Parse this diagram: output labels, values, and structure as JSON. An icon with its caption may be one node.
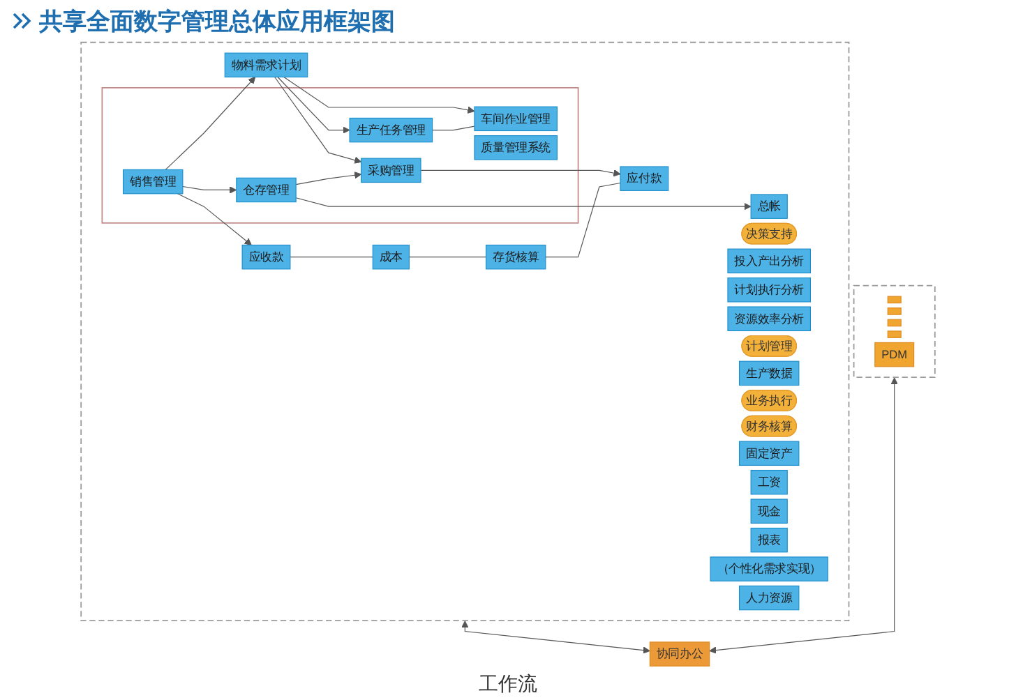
{
  "diagram": {
    "title": "共享全面数字管理总体应用框架图",
    "nodes": [
      {
        "text": [],
        "shape": "box"
      },
      {
        "text": [
          "决策支持"
        ],
        "in": 0
      },
      {
        "text": [
          "投入产出分析"
        ],
        "in": 0
      },
      {
        "text": [
          "计划执行分析"
        ],
        "in": 0
      },
      {
        "text": [
          "资源效率分析"
        ],
        "in": 0
      },
      {
        "text": [
          "计划管理"
        ],
        "in": 0
      },
      {
        "text": [
          "物料需求计划"
        ],
        "in": 0
      },
      {
        "text": [
          "生产数据"
        ],
        "in": 0
      },
      {
        "text": [],
        "shape": "box",
        "in": 0
      },
      {
        "text": [
          "业务执行"
        ],
        "in": 0
      },
      {
        "text": [
          "生产任务管理"
        ],
        "in": 8
      },
      {
        "text": [
          "质量管理系统"
        ],
        "in": 8
      },
      {
        "text": [
          "车间作业管理"
        ],
        "in": 8
      },
      {
        "text": [
          "销售管理"
        ],
        "in": 8
      },
      {
        "text": [
          "仓存管理"
        ],
        "in": 8
      },
      {
        "text": [
          "采购管理"
        ],
        "in": 8
      },
      {
        "text": [
          "应收款"
        ],
        "in": 0
      },
      {
        "text": [
          "成本"
        ],
        "in": 0
      },
      {
        "text": [
          "存货核算"
        ],
        "in": 0
      },
      {
        "text": [
          "应付款"
        ],
        "in": 0
      },
      {
        "text": [
          "财务核算"
        ],
        "in": 0
      },
      {
        "text": [
          "固定资产"
        ],
        "in": 0
      },
      {
        "text": [
          "工资"
        ],
        "in": 0
      },
      {
        "text": [
          "总帐"
        ],
        "in": 0
      },
      {
        "text": [
          "现金"
        ],
        "in": 0
      },
      {
        "text": [
          "报表"
        ],
        "in": 0
      },
      {
        "text": [
          "（个性化需求实现）"
        ],
        "in": 0
      },
      {
        "text": [
          "人力资源"
        ],
        "in": 0
      },
      {
        "text": [],
        "shape": "box"
      },
      {
        "text": [],
        "shape": "box",
        "in": 28
      },
      {
        "text": [],
        "shape": "box",
        "in": 28
      },
      {
        "text": [],
        "shape": "box",
        "in": 28
      },
      {
        "text": [],
        "shape": "box",
        "in": 28
      },
      {
        "text": [
          "PDM"
        ],
        "in": 28
      },
      {
        "text": [
          "协同办公"
        ]
      }
    ],
    "edges": [
      {
        "from": 13,
        "to": 6,
        "arrow": "to"
      },
      {
        "from": 6,
        "to": 10,
        "arrow": "to"
      },
      {
        "from": 6,
        "to": 12,
        "arrow": "to"
      },
      {
        "from": 6,
        "to": 15,
        "arrow": "to"
      },
      {
        "from": 10,
        "to": 12,
        "arrow": "none"
      },
      {
        "from": 13,
        "to": 14,
        "arrow": "to"
      },
      {
        "from": 14,
        "to": 15,
        "arrow": "to"
      },
      {
        "from": 13,
        "to": 16,
        "arrow": "to"
      },
      {
        "from": 15,
        "to": 19,
        "arrow": "to"
      },
      {
        "from": 14,
        "to": 23,
        "arrow": "to"
      },
      {
        "from": 16,
        "to": 17,
        "arrow": "none"
      },
      {
        "from": 17,
        "to": 18,
        "arrow": "none"
      },
      {
        "from": 18,
        "to": 19,
        "arrow": "none"
      },
      {
        "from": 0,
        "to": 34,
        "arrow": "both"
      },
      {
        "from": 28,
        "to": 34,
        "arrow": "both"
      }
    ],
    "labels": [
      "工作流"
    ]
  }
}
